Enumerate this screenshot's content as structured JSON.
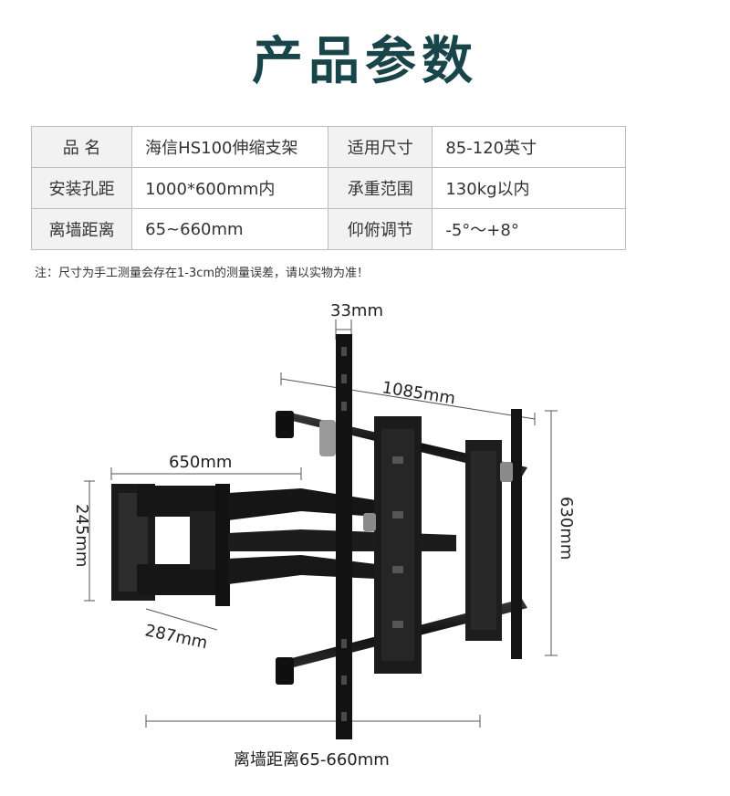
{
  "title": "产品参数",
  "specs": [
    {
      "k1": "品  名",
      "v1": "海信HS100伸缩支架",
      "k2": "适用尺寸",
      "v2": "85-120英寸"
    },
    {
      "k1": "安装孔距",
      "v1": "1000*600mm内",
      "k2": "承重范围",
      "v2": "130kg以内"
    },
    {
      "k1": "离墙距离",
      "v1": "65~660mm",
      "k2": "仰俯调节",
      "v2": "-5°～+8°"
    }
  ],
  "note": "注：尺寸为手工测量会存在1-3cm的测量误差，请以实物为准！",
  "dimensions": {
    "top_width": "33mm",
    "span_width": "1085mm",
    "arm_length": "650mm",
    "wall_plate_height": "245mm",
    "wall_plate_width": "287mm",
    "rail_height": "630mm",
    "wall_distance": "离墙距离65-660mm"
  }
}
